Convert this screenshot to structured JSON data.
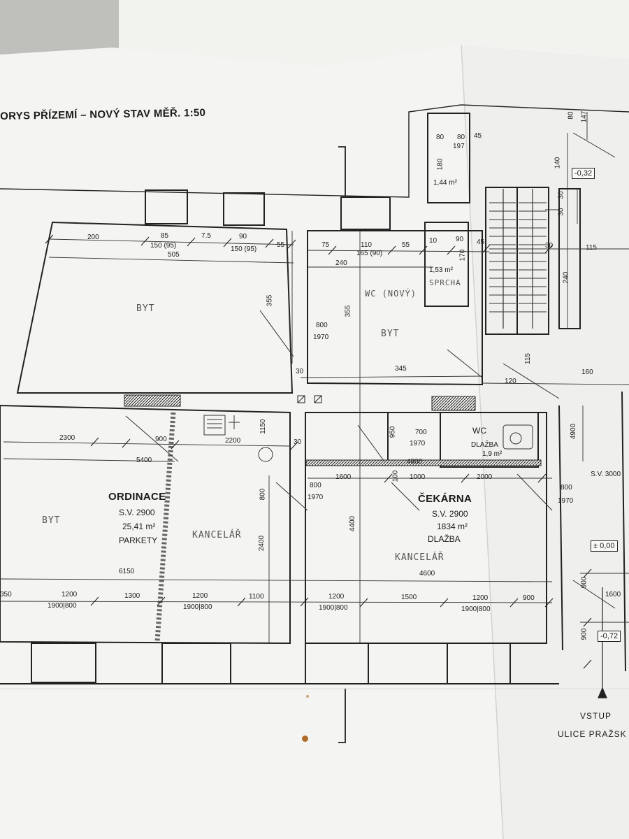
{
  "title": "ORYS PŘÍZEMÍ – NOVÝ STAV MĚŘ. 1:50",
  "rooms": {
    "ordinace": {
      "name": "ORDINACE",
      "height": "S.V. 2900",
      "area": "25,41 m²",
      "floor": "PARKETY"
    },
    "cekarna": {
      "name": "ČEKÁRNA",
      "height": "S.V. 2900",
      "area": "1834 m²",
      "floor": "DLAŽBA"
    },
    "wc": {
      "name": "WC",
      "floor": "DLAŽBA",
      "area": "1,9 m²"
    },
    "storage_area": "1,44 m²",
    "shower_area": "1,53 m²",
    "corridor_height": "S.V. 3000"
  },
  "handwritten": {
    "byt_left": "BYT",
    "byt_mid": "BYT",
    "byt_bottom": "BYT",
    "wc_novy": "WC (NOVÝ)",
    "sprcha": "SPRCHA",
    "kancelar_left": "KANCELÁŘ",
    "kancelar_right": "KANCELÁŘ"
  },
  "levels": {
    "l1": "-0,32",
    "l2": "± 0,00",
    "l3": "-0,72"
  },
  "entrance": {
    "label": "VSTUP",
    "street": "ULICE PRAŽSK"
  },
  "dims": {
    "d200": "200",
    "d85": "85",
    "d75a": "7.5",
    "d90a": "90",
    "d150a": "150 (95)",
    "d150b": "150 (95)",
    "d505": "505",
    "d55a": "55",
    "d75b": "75",
    "d110": "110",
    "d165": "165 (90)",
    "d55b": "55",
    "d240a": "240",
    "d10": "10",
    "d90b": "90",
    "d45a": "45",
    "d30a": "30",
    "d115a": "115",
    "d355a": "355",
    "d355b": "355",
    "d800a": "800",
    "d1970a": "1970",
    "d30b": "30",
    "d345": "345",
    "d80a": "80",
    "d80b": "80",
    "d197": "197",
    "d45b": "45",
    "d180": "180",
    "d170": "170",
    "d140": "140",
    "d30c": "30",
    "d30d": "30",
    "d240b": "240",
    "d115b": "115",
    "d120": "120",
    "d160": "160",
    "d80c": "80",
    "d147": "147",
    "d2300": "2300",
    "d900a": "900",
    "d2200": "2200",
    "d5400": "5400",
    "d1150": "1150",
    "d30e": "30",
    "d950": "950",
    "d700": "700",
    "d1970b": "1970",
    "d4800": "4800",
    "d4900": "4900",
    "d1600a": "1600",
    "d100": "100",
    "d1000": "1000",
    "d2000": "2000",
    "d800b": "800",
    "d1970c": "1970",
    "d800c": "800",
    "d1970d": "1970",
    "d800d": "800",
    "d2400": "2400",
    "d4400": "4400",
    "d6150": "6150",
    "d4600": "4600",
    "d350": "350",
    "d1200a": "1200",
    "d1900a": "1900|800",
    "d1300": "1300",
    "d1200b": "1200",
    "d1900b": "1900|800",
    "d1100": "1100",
    "d1200c": "1200",
    "d1900c": "1900|800",
    "d1500": "1500",
    "d1200d": "1200",
    "d1900d": "1900|800",
    "d900b": "900",
    "d1600b": "1600",
    "d900c": "900",
    "d900d": "900"
  }
}
